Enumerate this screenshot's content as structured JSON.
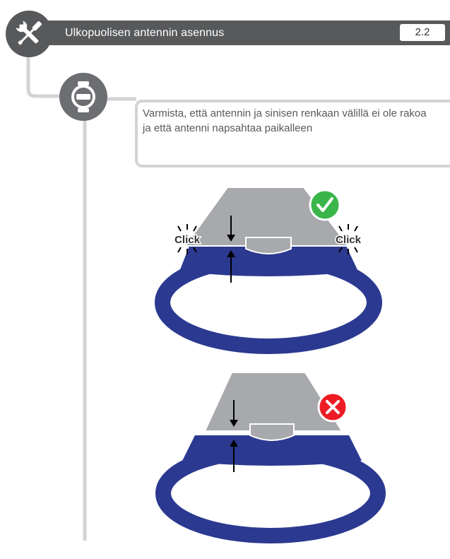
{
  "header": {
    "title": "Ulkopuolisen antennin asennus",
    "section_number": "2.2"
  },
  "instruction": {
    "text": "Varmista, että antennin ja sinisen renkaan välillä ei ole rakoa ja että antenni napsahtaa paikalleen"
  },
  "illustrations": {
    "correct": {
      "click_left": "Click",
      "click_right": "Click",
      "status_icon": "check-icon"
    },
    "incorrect": {
      "status_icon": "cross-icon"
    }
  },
  "colors": {
    "header_gray": "#58595b",
    "ring_blue": "#2b3990",
    "antenna_gray": "#a7a9ac",
    "connector_gray": "#d1d3d4",
    "check_green": "#39b54a",
    "cross_red": "#ed1c24"
  }
}
